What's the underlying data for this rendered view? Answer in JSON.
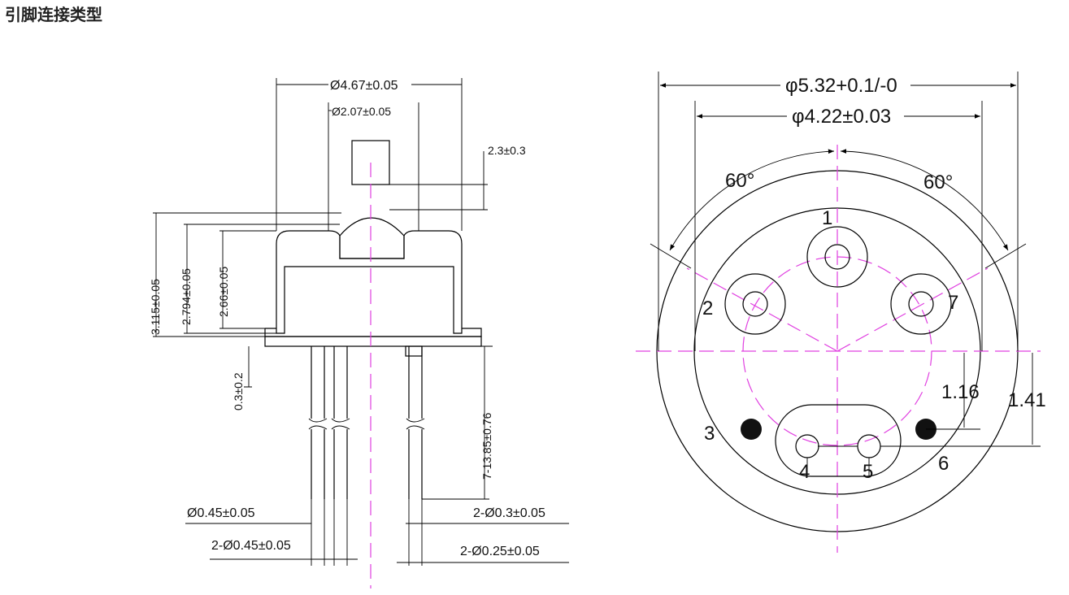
{
  "title": "引脚连接类型",
  "side_view": {
    "dims": {
      "cap_diameter": "Ø4.67±0.05",
      "window_diameter": "Ø2.07±0.05",
      "window_offset": "2.3±0.3",
      "total_height": "3.115±0.05",
      "height_2": "2.794±0.05",
      "height_3": "2.66±0.05",
      "flange": "0.3±0.2",
      "lead_length": "7-13.85±0.76",
      "lead_dia_1": "Ø0.45±0.05",
      "lead_dia_2": "2-Ø0.45±0.05",
      "lead_dia_3": "2-Ø0.3±0.05",
      "lead_dia_4": "2-Ø0.25±0.05"
    }
  },
  "bottom_view": {
    "dims": {
      "outer": "φ5.32+0.1/-0",
      "inner": "φ4.22±0.03",
      "angle_left": "60°",
      "angle_right": "60°",
      "offset_1": "1.16",
      "offset_2": "1.41"
    },
    "pins": [
      "1",
      "2",
      "3",
      "4",
      "5",
      "6",
      "7"
    ]
  }
}
